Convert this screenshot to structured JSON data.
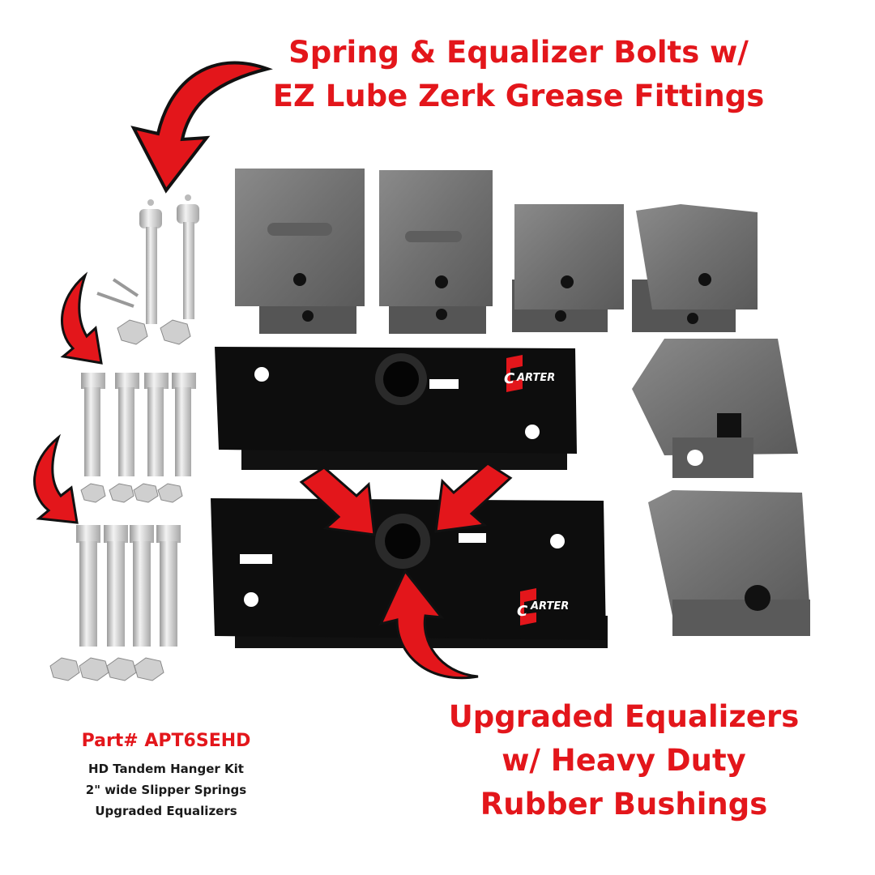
{
  "top_caption": {
    "line1": "Spring & Equalizer Bolts w/",
    "line2": "EZ Lube Zerk Grease Fittings"
  },
  "bottom_caption": {
    "line1": "Upgraded Equalizers",
    "line2": "w/ Heavy Duty",
    "line3": "Rubber Bushings"
  },
  "part_info": {
    "part_number": "Part# APT6SEHD",
    "spec1": "HD Tandem Hanger Kit",
    "spec2": "2\" wide Slipper Springs",
    "spec3": "Upgraded Equalizers"
  },
  "brand": {
    "logo_letter": "C",
    "logo_rest": "ARTER"
  },
  "colors": {
    "accent": "#e3161b",
    "steel": "#6f6f6f",
    "black_part": "#0d0d0d"
  }
}
